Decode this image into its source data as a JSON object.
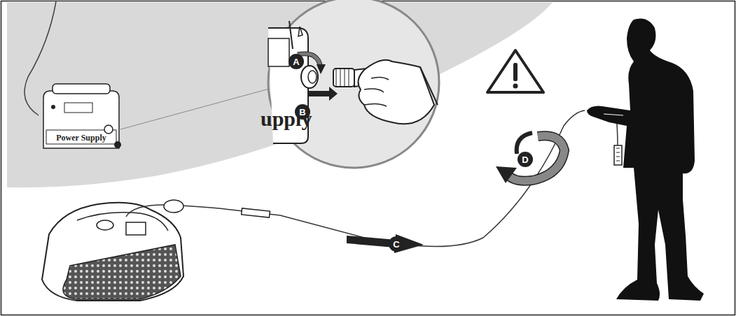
{
  "diagram": {
    "labels": [
      "Power Supply",
      "upply",
      "A",
      "B",
      "C",
      "D"
    ]
  }
}
